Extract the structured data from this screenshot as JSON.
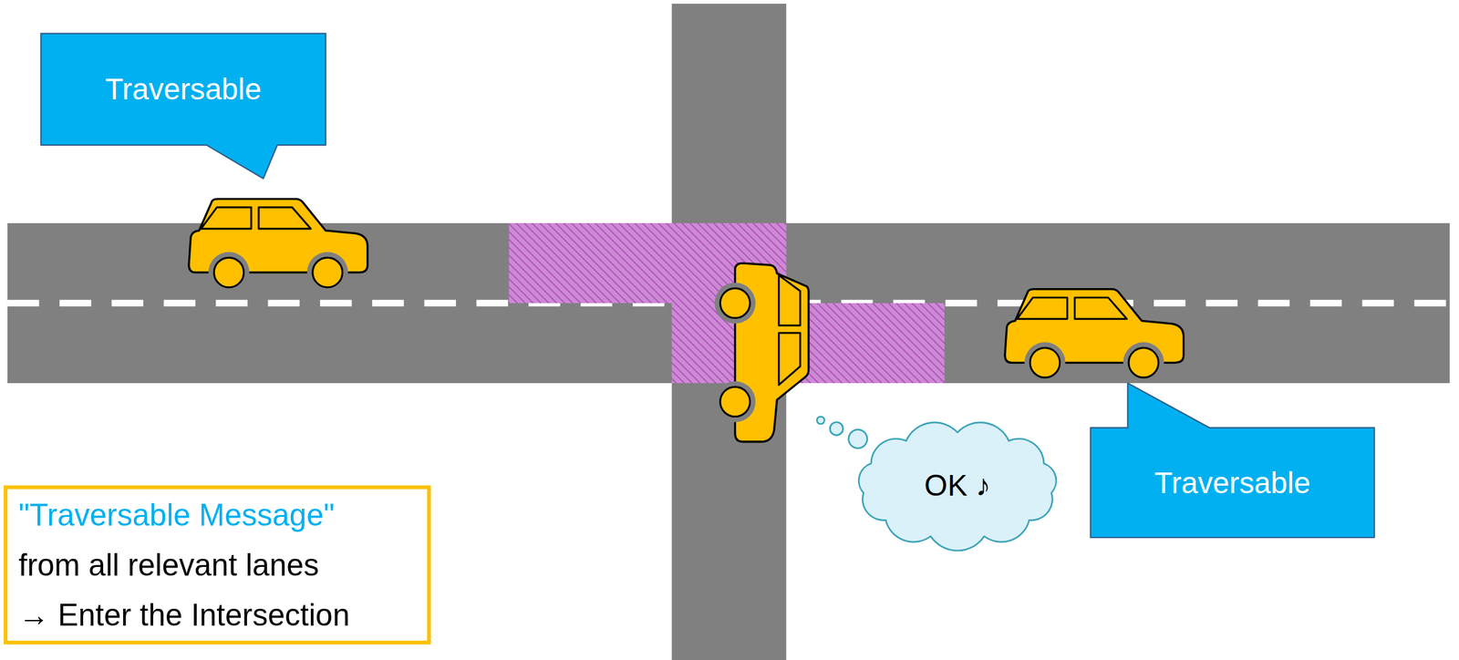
{
  "diagram": {
    "nodes": [
      {
        "text": [
          "Traversable"
        ]
      },
      {
        "text": [
          "OK ♪"
        ]
      },
      {
        "text": [
          "Traversable"
        ]
      },
      {
        "text": [
          "\"Traversable Message\"",
          "from all relevant lanes",
          "→ Enter the Intersection"
        ]
      }
    ]
  }
}
